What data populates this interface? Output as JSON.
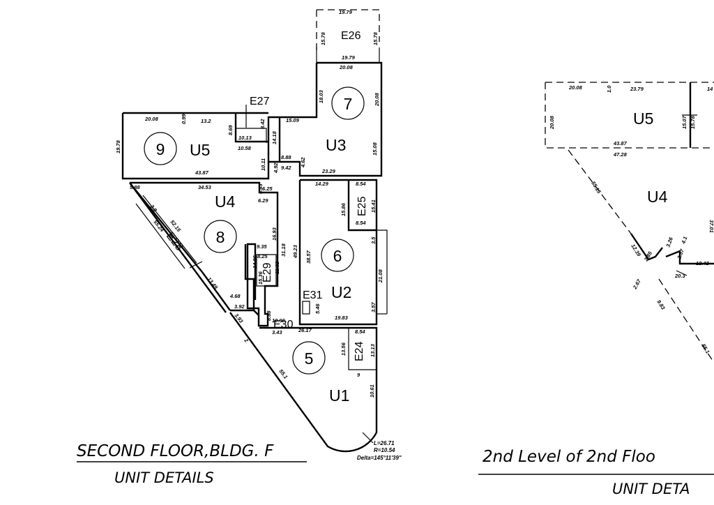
{
  "left_plan": {
    "title": "SECOND FLOOR,BLDG. F",
    "subtitle": "UNIT DETAILS",
    "units": [
      {
        "id": "U1",
        "label": "U1",
        "number": "5"
      },
      {
        "id": "U2",
        "label": "U2",
        "number": "6"
      },
      {
        "id": "U3",
        "label": "U3",
        "number": "7"
      },
      {
        "id": "U4",
        "label": "U4",
        "number": "8"
      },
      {
        "id": "U5",
        "label": "U5",
        "number": "9"
      }
    ],
    "elements": [
      "E24",
      "E25",
      "E26",
      "E27",
      "E28",
      "E29",
      "E30",
      "E31"
    ],
    "dimensions": [
      "19.79",
      "15.78",
      "15.78",
      "19.79",
      "20.08",
      "18.03",
      "20.08",
      "15.08",
      "15.09",
      "20.08",
      "0.99",
      "13.2",
      "8.69",
      "8.42",
      "10.13",
      "10.58",
      "14.18",
      "10.11",
      "8.88",
      "4.92",
      "9.42",
      "4.62",
      "23.29",
      "43.87",
      "19.78",
      "5.88",
      "34.53",
      "6.25",
      "4.83",
      "6.29",
      "16.93",
      "31.18",
      "49.23",
      "38.57",
      "14.29",
      "8.54",
      "15.86",
      "15.41",
      "8.54",
      "3.5",
      "21.08",
      "3.57",
      "19.83",
      "9.35",
      "8.25",
      "15.36",
      "14.86",
      "11.32",
      "4.68",
      "3.92",
      "8.88",
      "10.96",
      "3.43",
      "26.17",
      "5.46",
      "8.54",
      "13.56",
      "13.13",
      "9",
      "10.61",
      "55.1",
      "3.93",
      "2",
      "52.15",
      "55.24",
      "3.8",
      "13.49"
    ],
    "curve_note": [
      "L=26.71",
      "R=10.54",
      "Delta=145°11'39\""
    ]
  },
  "right_plan": {
    "title": "2nd Level of 2nd Floo",
    "subtitle": "UNIT DETA",
    "units": [
      {
        "id": "U5",
        "label": "U5"
      },
      {
        "id": "U4",
        "label": "U4"
      }
    ],
    "dimensions": [
      "20.08",
      "1.0",
      "23.79",
      "14",
      "20.08",
      "15.07",
      "15.78",
      "43.87",
      "47.28",
      "55.15",
      "12.39",
      "2.85",
      "3.26",
      "4.1",
      "2.37",
      "12.42",
      "20.3",
      "2.67",
      "9.83",
      "55.1",
      "37.01"
    ]
  }
}
